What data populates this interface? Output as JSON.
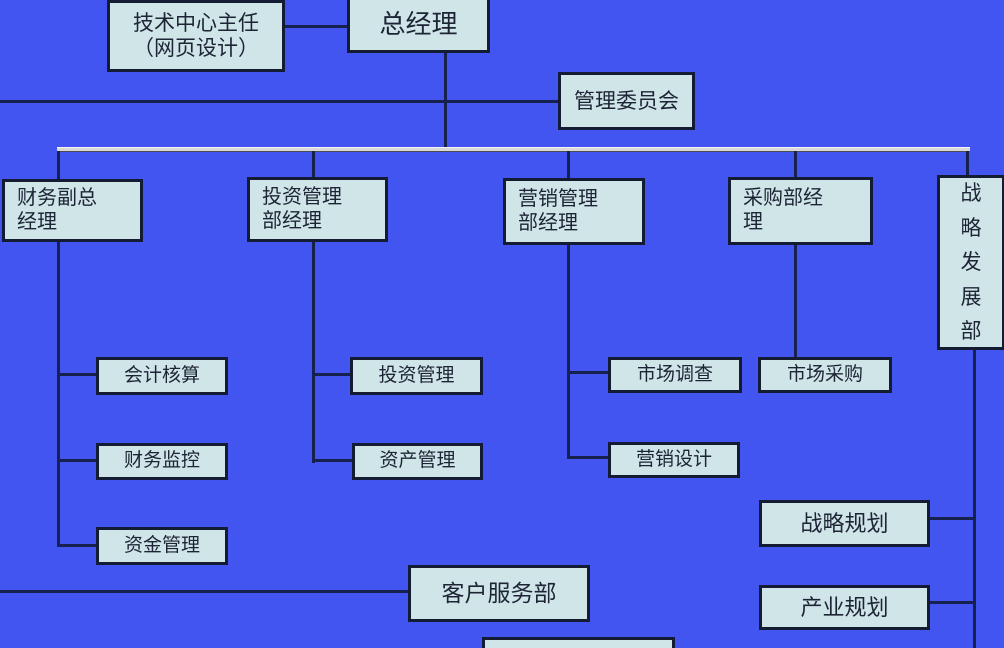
{
  "chart_type": "org-chart",
  "colors": {
    "background": "#4355f0",
    "box_fill": "#d0e5e7",
    "box_border": "#131c33",
    "connector": "#17214e",
    "rail": "#d9d9d9",
    "text": "#1d2436"
  },
  "nodes": {
    "tech_director": "技术中心主任\n（网页设计）",
    "general_manager": "总经理",
    "management_committee": "管理委员会",
    "finance_vp": "财务副总\n经理",
    "investment_dept_manager": "投资管理\n部经理",
    "marketing_dept_manager": "营销管理\n部经理",
    "purchasing_dept_manager": "采购部经\n理",
    "strategy_dept": "战\n略\n发\n展\n部",
    "accounting": "会计核算",
    "financial_monitoring": "财务监控",
    "fund_management": "资金管理",
    "investment_management": "投资管理",
    "asset_management": "资产管理",
    "market_research": "市场调查",
    "marketing_design": "营销设计",
    "market_purchasing": "市场采购",
    "strategic_planning": "战略规划",
    "industry_planning": "产业规划",
    "customer_service": "客户服务部",
    "bottom_cutoff_box": ""
  }
}
